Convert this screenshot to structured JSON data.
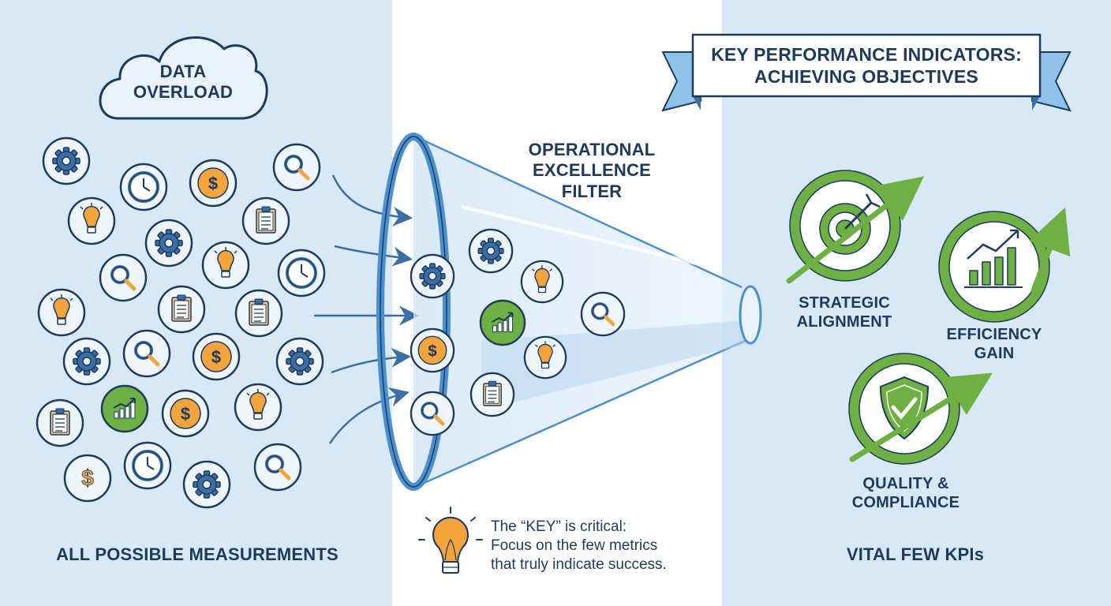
{
  "cloud": {
    "line1": "DATA",
    "line2": "OVERLOAD"
  },
  "left_caption": "ALL POSSIBLE MEASUREMENTS",
  "filter_title": {
    "line1": "OPERATIONAL",
    "line2": "EXCELLENCE",
    "line3": "FILTER"
  },
  "banner": {
    "line1": "KEY PERFORMANCE INDICATORS:",
    "line2": "ACHIEVING OBJECTIVES"
  },
  "kpis": [
    {
      "line1": "STRATEGIC",
      "line2": "ALIGNMENT",
      "icon": "target-icon"
    },
    {
      "line1": "EFFICIENCY",
      "line2": "GAIN",
      "icon": "bar-chart-icon"
    },
    {
      "line1": "QUALITY &",
      "line2": "COMPLIANCE",
      "icon": "shield-check-icon"
    }
  ],
  "note": {
    "line1": "The “KEY” is critical:",
    "line2": "Focus on the few metrics",
    "line3": "that truly indicate success."
  },
  "right_caption": "VITAL FEW KPIs",
  "colors": {
    "panel_blue": "#d7e9f6",
    "navy": "#1d3a5c",
    "icon_blue": "#3b6ea5",
    "green": "#6fb043",
    "orange": "#f4a43c",
    "funnel_blue": "#4a8fd0"
  },
  "metric_icons": [
    "gear-icon",
    "clock-icon",
    "dollar-icon",
    "magnifier-icon",
    "lightbulb-icon",
    "clipboard-icon",
    "growth-chart-icon"
  ]
}
